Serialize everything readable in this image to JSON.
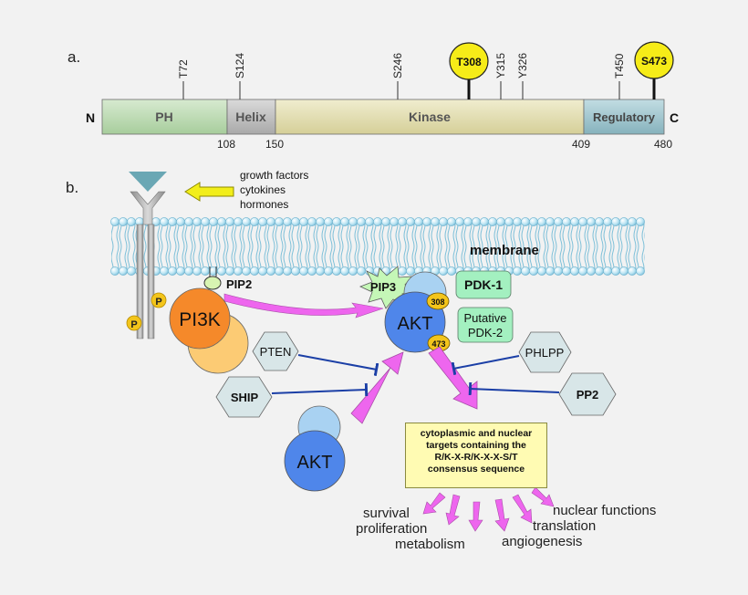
{
  "panel_a": {
    "label": "a.",
    "n_term": "N",
    "c_term": "C",
    "domains": [
      {
        "name": "PH",
        "color": "#bcd9b3"
      },
      {
        "name": "Helix",
        "color": "#c3c3c3"
      },
      {
        "name": "Kinase",
        "color": "#e3dfb3"
      },
      {
        "name": "Regulatory",
        "color": "#9fc3cc"
      }
    ],
    "boundaries": [
      "108",
      "150",
      "409",
      "480"
    ],
    "sites": [
      "T72",
      "S124",
      "S246",
      "Y315",
      "Y326",
      "T450"
    ],
    "key_sites": [
      "T308",
      "S473"
    ],
    "key_site_color": "#f6ec18"
  },
  "panel_b": {
    "label": "b.",
    "stimuli": [
      "growth factors",
      "cytokines",
      "hormones"
    ],
    "membrane": "membrane",
    "pip2": "PIP2",
    "pip3": "PIP3",
    "pi3k": "PI3K",
    "pdk1": "PDK-1",
    "pdk2": [
      "Putative",
      "PDK-2"
    ],
    "akt_active": "AKT",
    "akt_inactive": "AKT",
    "site_308": "308",
    "site_473": "473",
    "p_label": "P",
    "pten": "PTEN",
    "ship": "SHIP",
    "phlpp": "PHLPP",
    "pp2": "PP2",
    "targets_box": [
      "cytoplasmic and nuclear",
      "targets containing the",
      "R/K-X-R/K-X-X-S/T",
      "consensus sequence"
    ],
    "outcomes": [
      "survival",
      "proliferation",
      "metabolism",
      "angiogenesis",
      "translation",
      "nuclear functions"
    ],
    "colors": {
      "arrow": "#ee66ee",
      "inhibit": "#1b3fa6",
      "pi3k": "#f5892a",
      "akt": "#4f86ea",
      "pdk": "#a3f0c0",
      "hex": "#d8e6e8"
    }
  }
}
